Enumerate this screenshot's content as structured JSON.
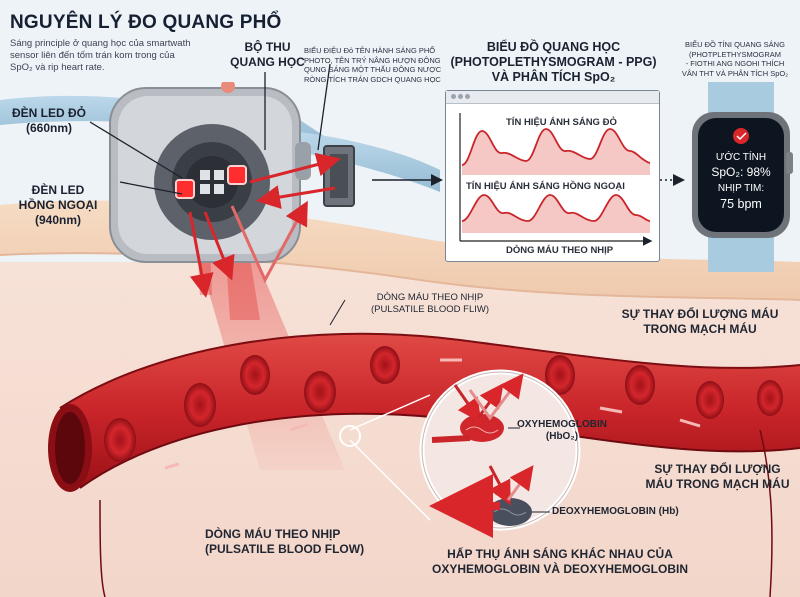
{
  "title": "NGUYÊN LÝ ĐO QUANG PHỔ",
  "intro": [
    "Sáng principle ở quang học của smartwath",
    "sensor liên đến tốm trán kom trong của",
    "SpO₂ và rip heart rate."
  ],
  "watch_labels": {
    "photodetector": [
      "BỘ THU",
      "QUANG HỌC"
    ],
    "red_led": [
      "ĐÈN LED ĐỎ",
      "(660nm)"
    ],
    "ir_led": [
      "ĐÈN LED",
      "HỒNG NGOẠI",
      "(940nm)"
    ]
  },
  "sensor_note": [
    "BIẾU ĐIỆU Đỏ TÊN HÀNH SÁNG PHỔ",
    "PHOTO, TÊN TRÝ NÂNG HƯỢN ĐÔNG",
    "QUNG SÁNG MỘT THẤU ĐÔNG NƯỢC",
    "RÒNG TÍCH TRÁN GDCH QUANG HỌC"
  ],
  "ppg": {
    "heading": [
      "BIỂU ĐỒ QUANG HỌC",
      "(PHOTOPLETHYSMOGRAM - PPG)",
      "VÀ PHÂN TÍCH SpO₂"
    ],
    "red_signal_label": "TÍN HIỆU ÁNH SÁNG ĐỎ",
    "ir_signal_label": "TÍN HIỆU ÁNH SÁNG HỒNG NGOẠI",
    "axis_label": "DÒNG MÁU THEO NHỊP"
  },
  "watch_display": {
    "caption": [
      "BIỂU ĐỒ TÍNI QUANG SÁNG",
      "(PHOTPLETHYSMOGRAM",
      "- FIOTHI ANG NGOHI THÍCH",
      "VÂN THT VÀ PHÂN TÍCH SpO₂"
    ],
    "estimate_label": "ƯỚC TÍNH",
    "spo2": "SpO₂: 98%",
    "hr_label": "NHỊP TIM:",
    "hr_value": "75 bpm"
  },
  "vessel": {
    "pulsatile_top": [
      "DÒNG MÁU THEO NHỊP",
      "(PULSATILE BLOOD FLIW)"
    ],
    "volume_change_top": [
      "SỰ THAY ĐỔI LƯỢNG MÁU",
      "TRONG MẠCH MÁU"
    ],
    "volume_change_right": [
      "SỰ THAY ĐỔI LƯỢNG",
      "MÁU TRONG MẠCH MÁU"
    ],
    "pulsatile_bottom": [
      "DÒNG MÁU THEO NHỊP",
      "(PULSATILE BLOOD FLOW)"
    ],
    "oxy": [
      "OXYHEMOGLOBIN",
      "(HbO₂)"
    ],
    "deoxy": "DEOXYHEMOGLOBIN (Hb)",
    "absorption": [
      "HẤP THỤ ÁNH SÁNG KHÁC NHAU CỦA",
      "OXYHEMOGLOBIN VÀ DEOXYHEMOGLOBIN"
    ]
  },
  "colors": {
    "red": "#d8262b",
    "blood": "#b3151d",
    "skin": "#f2d2b8",
    "tissue": "#f6dcd0",
    "watch_blue": "#a9cbe0",
    "screen_dark": "#0d1620"
  }
}
